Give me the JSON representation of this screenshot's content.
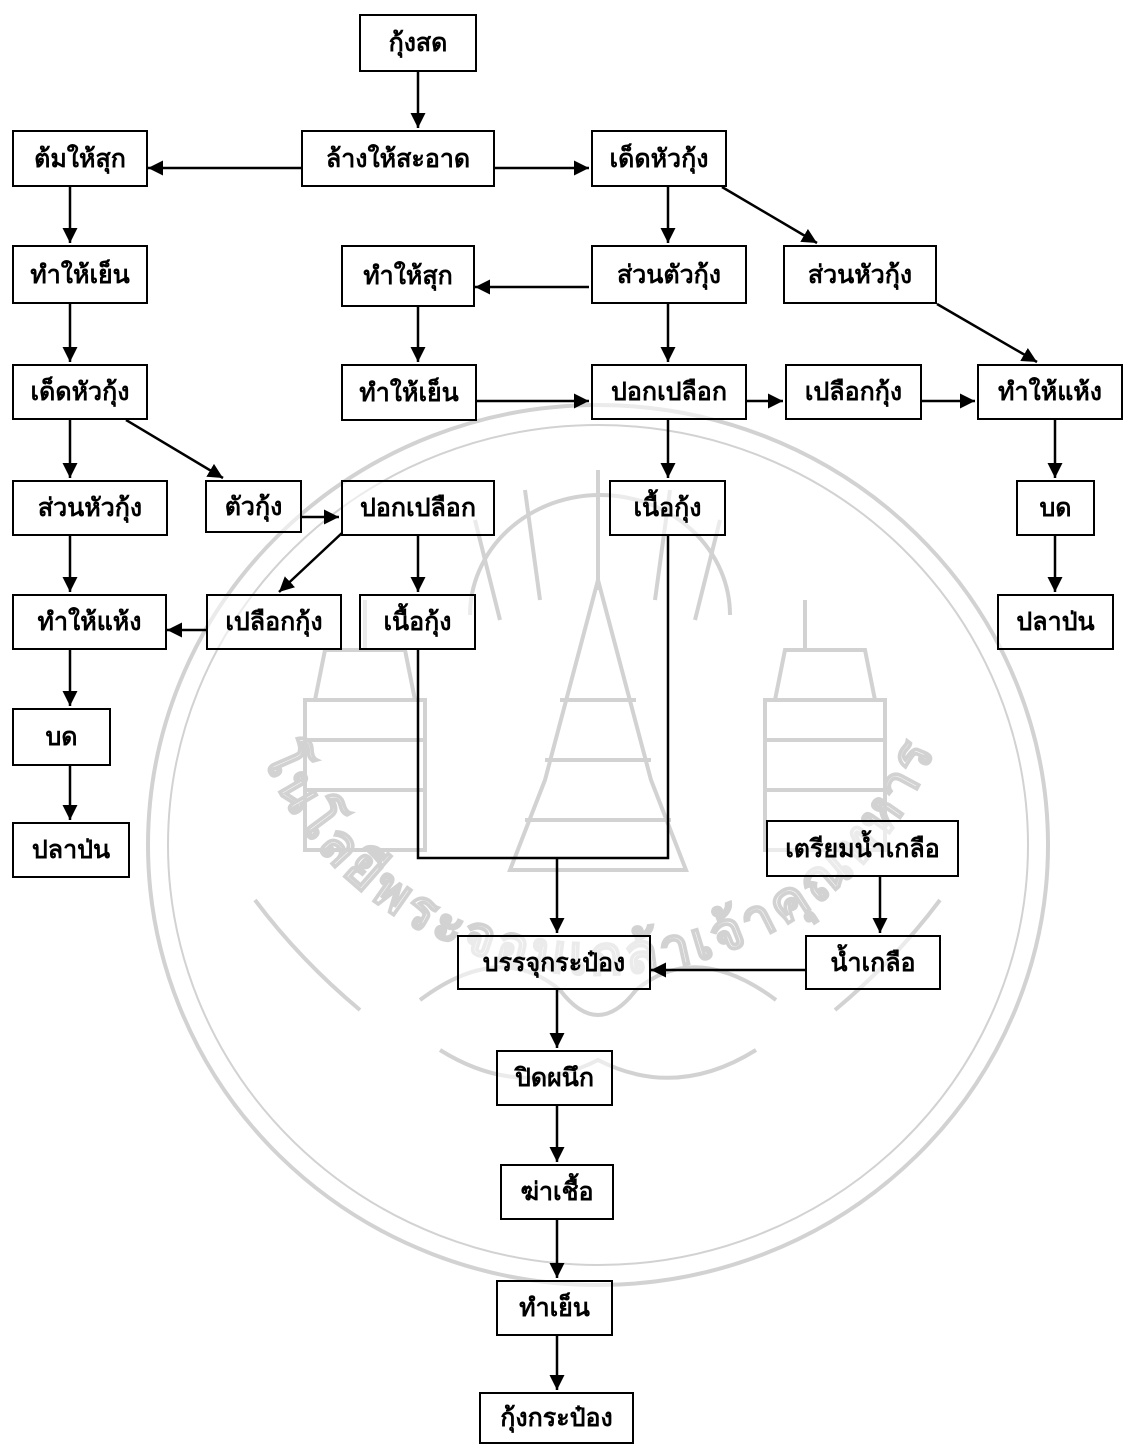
{
  "watermark": {
    "arc_text": "สถาบันเทคโนโลยีพระจอมเกล้าเจ้าคุณทหารลาดกระบัง",
    "stroke_color": "#d2d2d2"
  },
  "nodes": {
    "fresh_shrimp": "กุ้งสด",
    "wash": "ล้างให้สะอาด",
    "boil": "ต้มให้สุก",
    "cool_left": "ทำให้เย็น",
    "dehead_left": "เด็ดหัวกุ้ง",
    "head_part_left": "ส่วนหัวกุ้ง",
    "shrimp_body_left": "ตัวกุ้ง",
    "peel_left": "ปอกเปลือก",
    "dry_left": "ทำให้แห้ง",
    "shell_left": "เปลือกกุ้ง",
    "meat_left": "เนื้อกุ้ง",
    "grind_left": "บด",
    "fish_meal_left": "ปลาป่น",
    "dehead_right": "เด็ดหัวกุ้ง",
    "body_part": "ส่วนตัวกุ้ง",
    "head_part_right": "ส่วนหัวกุ้ง",
    "cook": "ทำให้สุก",
    "cool_mid": "ทำให้เย็น",
    "peel_right": "ปอกเปลือก",
    "shell_right": "เปลือกกุ้ง",
    "dry_right": "ทำให้แห้ง",
    "meat_right": "เนื้อกุ้ง",
    "grind_right": "บด",
    "fish_meal_right": "ปลาป่น",
    "prep_brine": "เตรียมน้ำเกลือ",
    "brine": "น้ำเกลือ",
    "fill_can": "บรรจุกระป๋อง",
    "seal": "ปิดผนึก",
    "sterilize": "ฆ่าเชื้อ",
    "cool_final": "ทำเย็น",
    "canned_shrimp": "กุ้งกระป๋อง"
  }
}
